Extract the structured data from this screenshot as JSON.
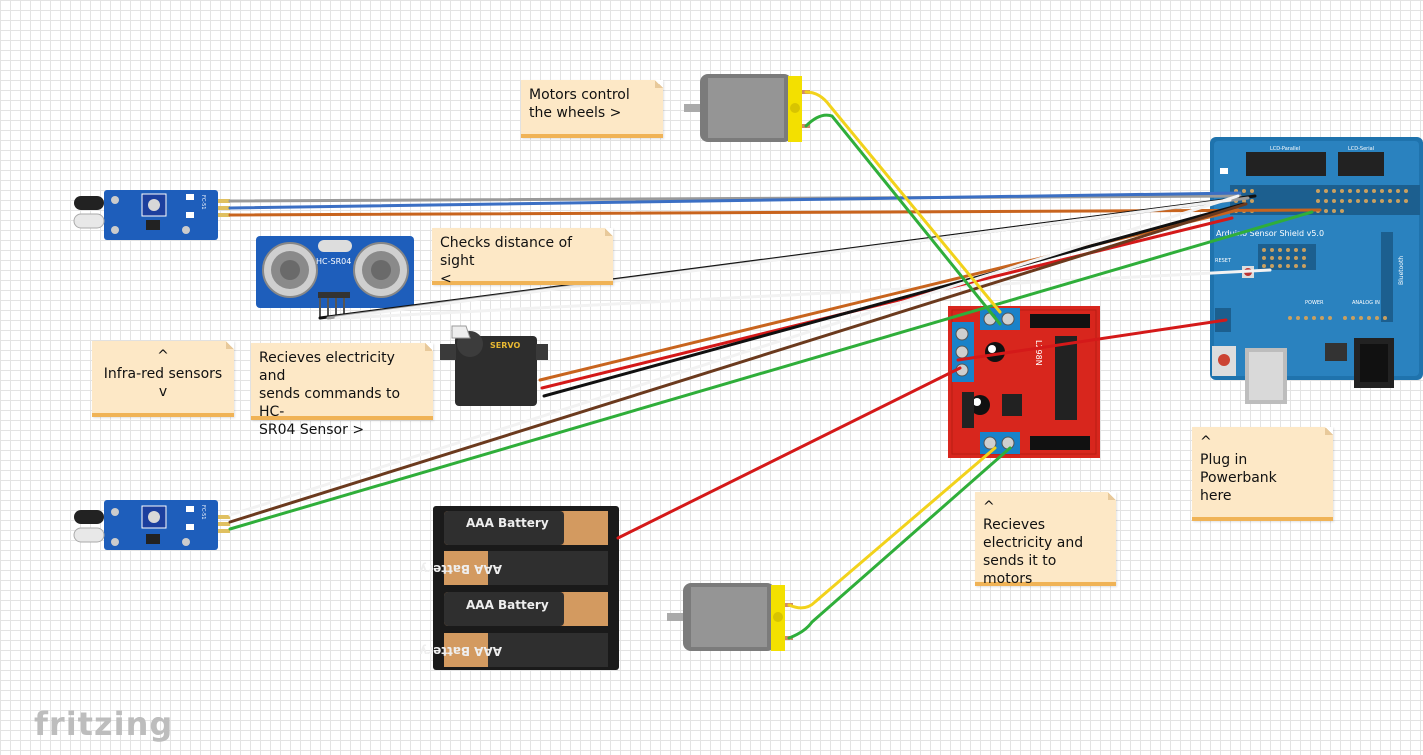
{
  "notes": {
    "motors": "Motors control\nthe wheels    >",
    "distance": "Checks distance of sight\n<",
    "infrared": "^\nInfra-red sensors\nv",
    "electricity": "Recieves electricity and\nsends commands to HC-\nSR04 Sensor        >",
    "powerbank": "^\nPlug in Powerbank\nhere",
    "driver": "^\nRecieves\nelectricity and\nsends it to motors"
  },
  "components": {
    "hcsr04": "HC-SR04",
    "servo": "SERVO",
    "battery": "AAA Battery",
    "shield": "Arduino Sensor Shield v5.0",
    "shield_parallel": "LCD-Parallel",
    "shield_serial": "LCD-Serial",
    "shield_reset": "RESET",
    "shield_power": "POWER",
    "shield_analog": "ANALOG IN",
    "shield_bluetooth": "Bluetooth",
    "l298n": "L298N",
    "ir_label": "FC-51"
  },
  "brand": "fritzing",
  "colors": {
    "wire_blue": "#3b6fc4",
    "wire_orange": "#c8641e",
    "wire_green": "#2fae3a",
    "wire_yellow": "#f2d21b",
    "wire_red": "#d41919",
    "wire_brown": "#6b3a1e",
    "wire_black": "#111111",
    "wire_grey": "#9a9a9a",
    "note_bg": "#fde8c6",
    "shield_blue": "#1d6fa6",
    "driver_red": "#d8261d"
  }
}
